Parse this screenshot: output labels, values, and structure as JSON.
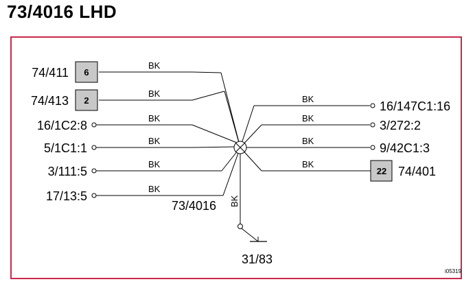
{
  "title": "73/4016 LHD",
  "colors": {
    "frame": "#c8284a",
    "box_fill": "#c8c8c8",
    "line": "#000000"
  },
  "splice": {
    "label": "73/4016"
  },
  "left_connections": [
    {
      "label": "74/411",
      "terminal": "box",
      "box_num": "6",
      "wire": "BK"
    },
    {
      "label": "74/413",
      "terminal": "box",
      "box_num": "2",
      "wire": "BK"
    },
    {
      "label": "16/1C2:8",
      "terminal": "circle",
      "box_num": "",
      "wire": "BK"
    },
    {
      "label": "5/1C1:1",
      "terminal": "circle",
      "box_num": "",
      "wire": "BK"
    },
    {
      "label": "3/111:5",
      "terminal": "circle",
      "box_num": "",
      "wire": "BK"
    },
    {
      "label": "17/13:5",
      "terminal": "circle",
      "box_num": "",
      "wire": "BK"
    }
  ],
  "right_connections": [
    {
      "label": "16/147C1:16",
      "terminal": "circle",
      "box_num": "",
      "wire": "BK"
    },
    {
      "label": "3/272:2",
      "terminal": "circle",
      "box_num": "",
      "wire": "BK"
    },
    {
      "label": "9/42C1:3",
      "terminal": "circle",
      "box_num": "",
      "wire": "BK"
    },
    {
      "label": "74/401",
      "terminal": "box",
      "box_num": "22",
      "wire": "BK"
    }
  ],
  "ground": {
    "label": "31/83",
    "wire": "BK"
  },
  "reference": "i05319"
}
